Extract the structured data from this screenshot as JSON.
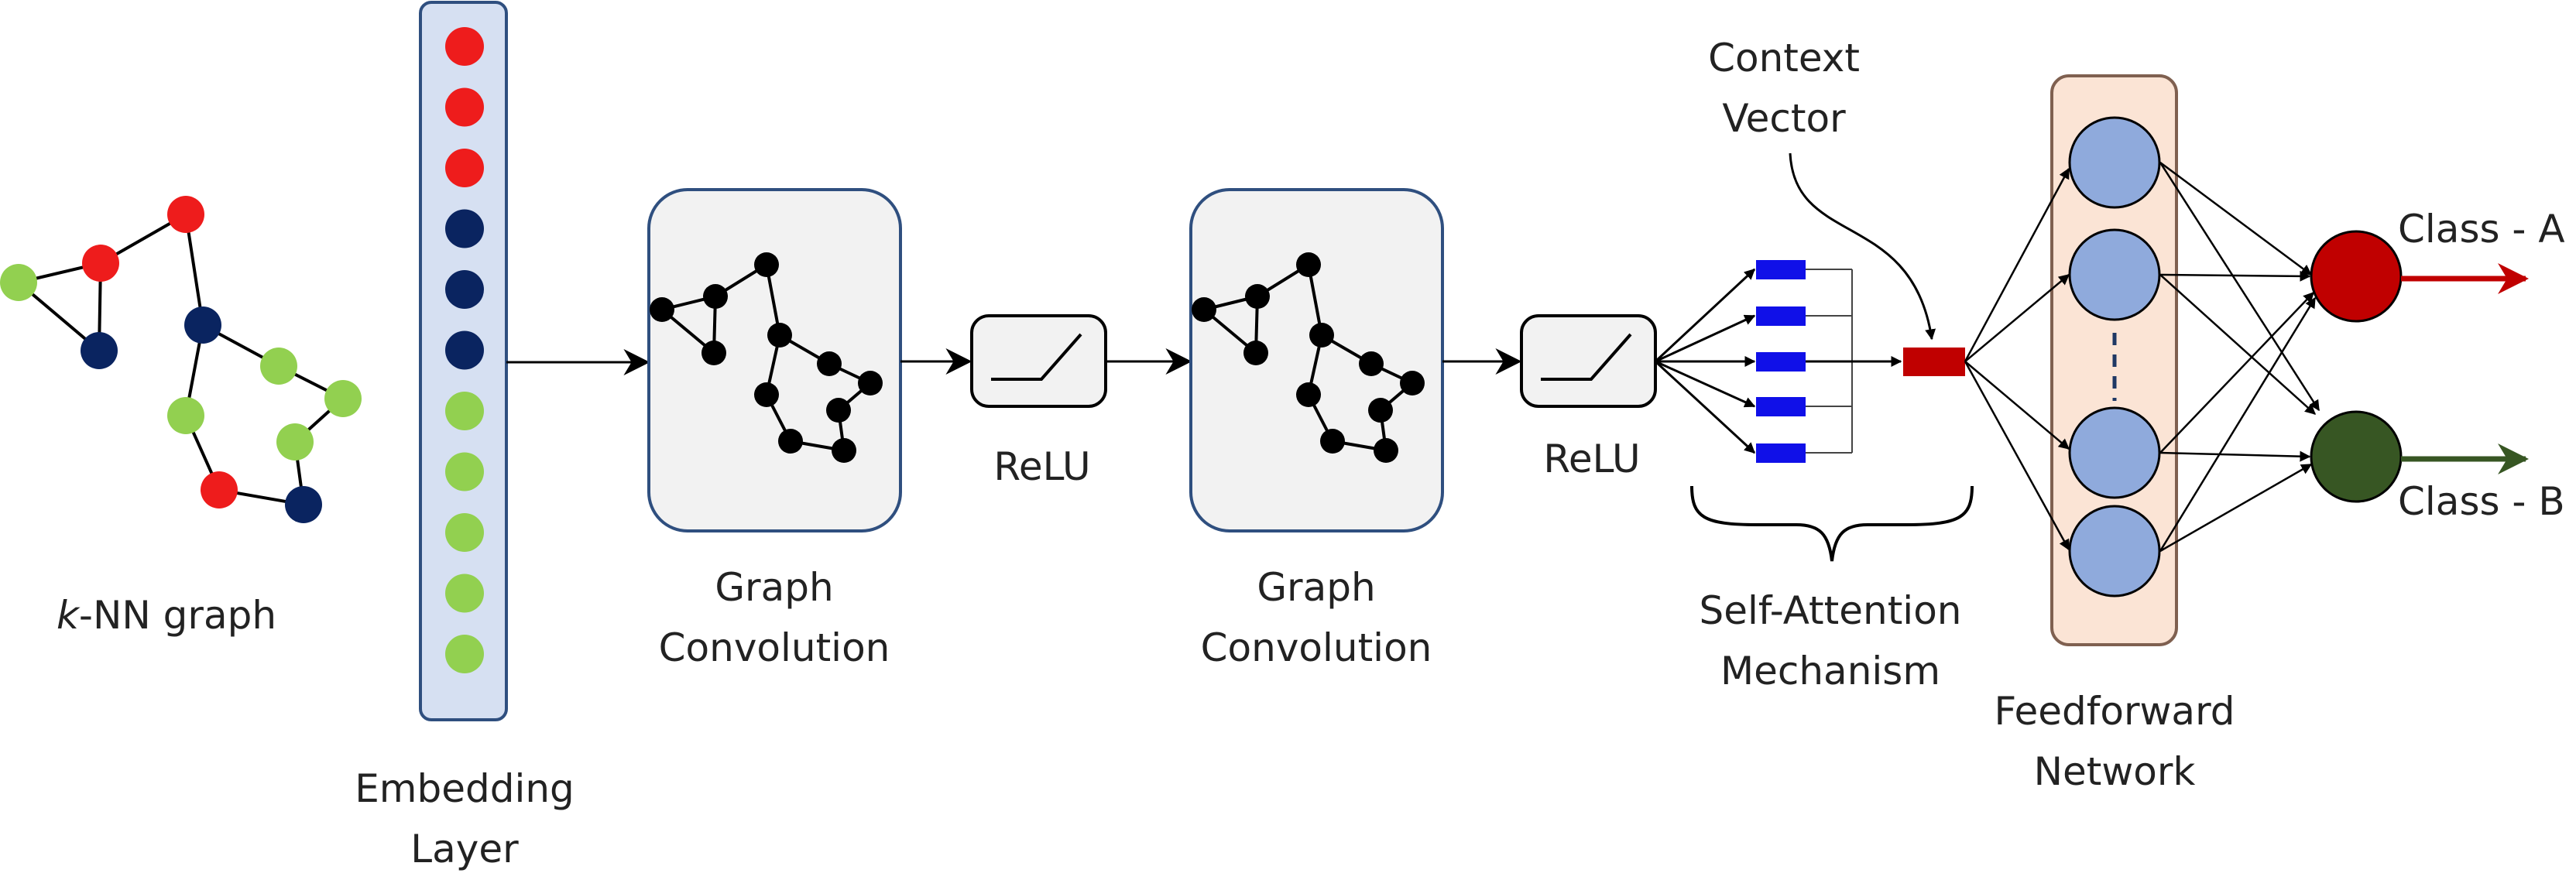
{
  "labels": {
    "knn_italic": "k",
    "knn_rest": "-NN graph",
    "embedding_line1": "Embedding",
    "embedding_line2": "Layer",
    "graph_conv1_line1": "Graph",
    "graph_conv1_line2": "Convolution",
    "relu1": "ReLU",
    "graph_conv2_line1": "Graph",
    "graph_conv2_line2": "Convolution",
    "relu2": "ReLU",
    "context_line1": "Context",
    "context_line2": "Vector",
    "attention_line1": "Self-Attention",
    "attention_line2": "Mechanism",
    "ffn_line1": "Feedforward",
    "ffn_line2": "Network",
    "class_a": "Class - A",
    "class_b": "Class - B"
  },
  "colors": {
    "node_red": "#ee1c1c",
    "node_navy": "#0a2460",
    "node_green": "#92d050",
    "embedding_bg": "#d6e0f2",
    "embedding_border": "#2f4f7f",
    "conv_box_bg": "#f2f2f2",
    "conv_box_border": "#2f4f7f",
    "attention_bar": "#1010e8",
    "context_vector": "#c00000",
    "ffn_bg": "#fbe4d5",
    "ffn_border": "#7f6050",
    "ffn_node": "#8faadc",
    "class_a": "#c00000",
    "class_b": "#375623"
  },
  "embedding_nodes": [
    "red",
    "red",
    "red",
    "navy",
    "navy",
    "navy",
    "green",
    "green",
    "green",
    "green",
    "green"
  ]
}
